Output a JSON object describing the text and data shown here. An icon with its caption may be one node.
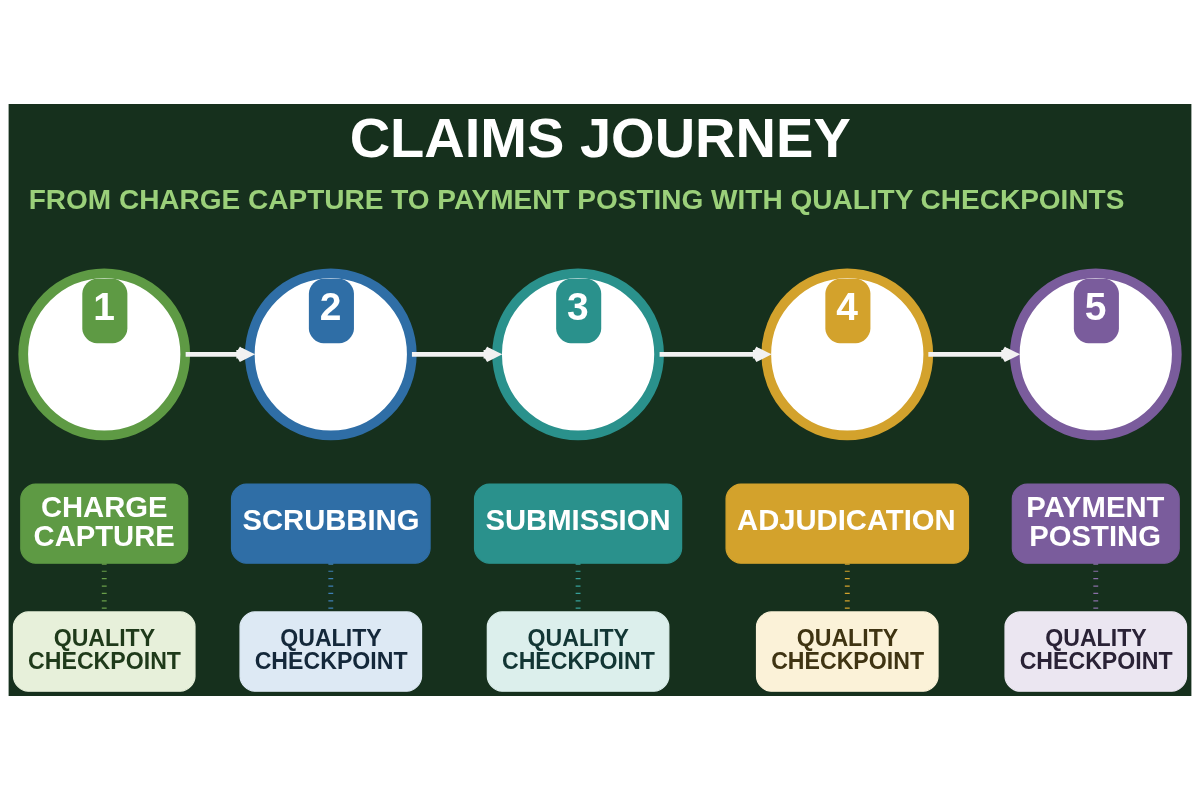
{
  "diagram": {
    "title": "CLAIMS JOURNEY",
    "nodes": [
      {
        "text": [
          "1"
        ]
      },
      {
        "text": [
          "2"
        ]
      },
      {
        "text": [
          "3"
        ]
      },
      {
        "text": [
          "4"
        ]
      },
      {
        "text": [
          "5"
        ]
      },
      {
        "text": [
          "CHARGE CAPTURE"
        ]
      },
      {
        "text": [
          "SCRUBBING"
        ]
      },
      {
        "text": [
          "SUBMISSION"
        ]
      },
      {
        "text": [
          "ADJUDICATION"
        ]
      },
      {
        "text": [
          "PAYMENT POSTING"
        ]
      },
      {
        "text": [
          "QUALITY CHECKPOINT"
        ]
      },
      {
        "text": [
          "QUALITY CHECKPOINT"
        ]
      },
      {
        "text": [
          "QUALITY CHECKPOINT"
        ]
      },
      {
        "text": [
          "QUALITY CHECKPOINT"
        ]
      },
      {
        "text": [
          "QUALITY CHECKPOINT"
        ]
      }
    ],
    "edges": [
      {
        "from": 0,
        "to": 1,
        "arrow": "to",
        "color": "#f2f2f2"
      },
      {
        "from": 1,
        "to": 2,
        "arrow": "to",
        "color": "#f2f2f2"
      },
      {
        "from": 2,
        "to": 3,
        "arrow": "to",
        "color": "#f2f2f2"
      },
      {
        "from": 3,
        "to": 4,
        "arrow": "to",
        "color": "#f2f2f2"
      },
      {
        "from": 5,
        "to": 10,
        "arrow": "none",
        "style": "dashed",
        "color": "#6a9f4a"
      },
      {
        "from": 6,
        "to": 11,
        "arrow": "none",
        "style": "dashed",
        "color": "#3f7fb5"
      },
      {
        "from": 7,
        "to": 12,
        "arrow": "none",
        "style": "dashed",
        "color": "#36a09a"
      },
      {
        "from": 8,
        "to": 13,
        "arrow": "none",
        "style": "dashed",
        "color": "#d3a22c"
      },
      {
        "from": 9,
        "to": 14,
        "arrow": "none",
        "style": "dashed",
        "color": "#8a6fa8"
      }
    ],
    "labels": [
      "FROM CHARGE CAPTURE TO PAYMENT POSTING WITH QUALITY CHECKPOINTS"
    ]
  }
}
